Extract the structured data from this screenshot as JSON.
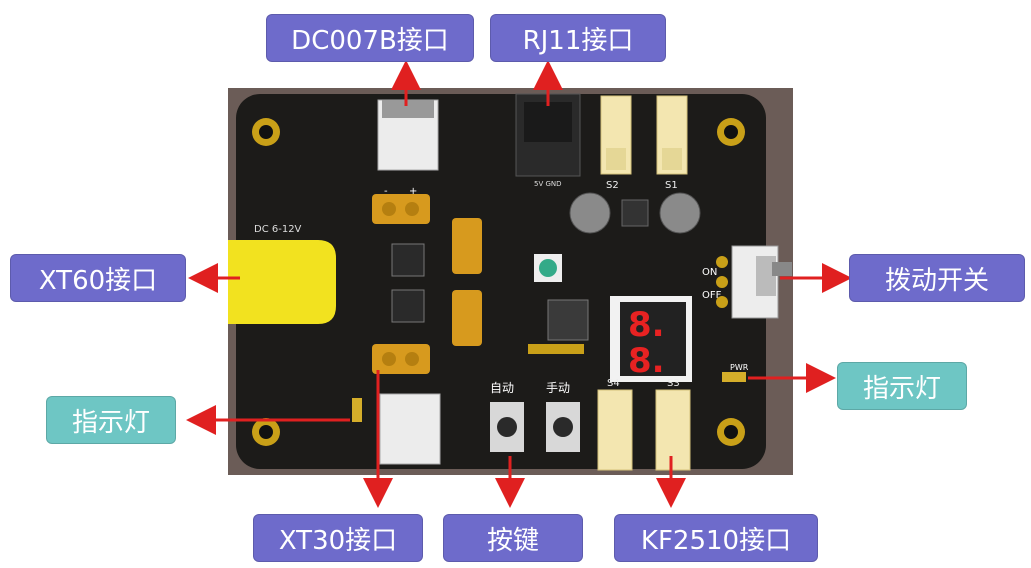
{
  "labels": {
    "dc007b": "DC007B接口",
    "rj11": "RJ11接口",
    "xt60": "XT60接口",
    "toggle": "拨动开关",
    "indicator_left": "指示灯",
    "indicator_right": "指示灯",
    "xt30": "XT30接口",
    "button": "按键",
    "kf2510": "KF2510接口"
  },
  "silkscreen": {
    "dc_voltage": "DC 6-12V",
    "minus": "-",
    "plus": "+",
    "rj11_pins": "5V GND",
    "s1": "S1",
    "s2": "S2",
    "s3": "S3",
    "s4": "S4",
    "on": "ON",
    "off": "OFF",
    "pwr": "PWR",
    "auto": "自动",
    "manual": "手动",
    "seg_top": "8.",
    "seg_bottom": "8."
  },
  "colors": {
    "label_purple": "#6E6BCB",
    "label_teal": "#6EC6C4",
    "arrow": "#E02020",
    "pcb": "#1C1B19",
    "xt60": "#F2E21F"
  }
}
